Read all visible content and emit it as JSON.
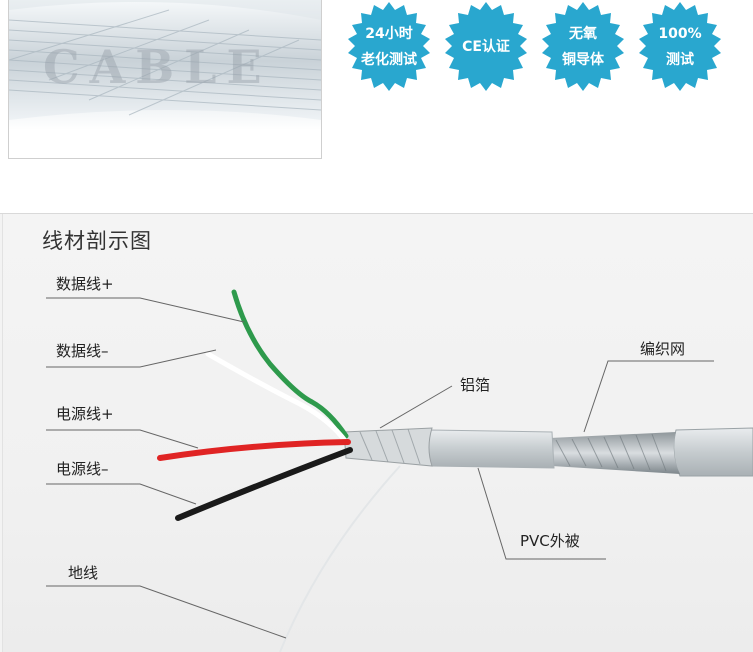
{
  "badges": [
    {
      "line1": "24小时",
      "line2": "老化测试"
    },
    {
      "line1": "CE认证",
      "line2": ""
    },
    {
      "line1": "无氧",
      "line2": "铜导体"
    },
    {
      "line1": "100%",
      "line2": "测试"
    }
  ],
  "photo": {
    "watermark": "CABLE"
  },
  "diagram": {
    "title": "线材剖示图",
    "labels": {
      "data_plus": "数据线+",
      "data_minus": "数据线–",
      "power_plus": "电源线+",
      "power_minus": "电源线–",
      "ground": "地线",
      "foil": "铝箔",
      "braid": "编织网",
      "jacket": "PVC外被"
    }
  },
  "colors": {
    "badge": "#29a7cf",
    "wire_green": "#2e9a4c",
    "wire_red": "#e02424",
    "wire_black": "#1a1a1a"
  }
}
